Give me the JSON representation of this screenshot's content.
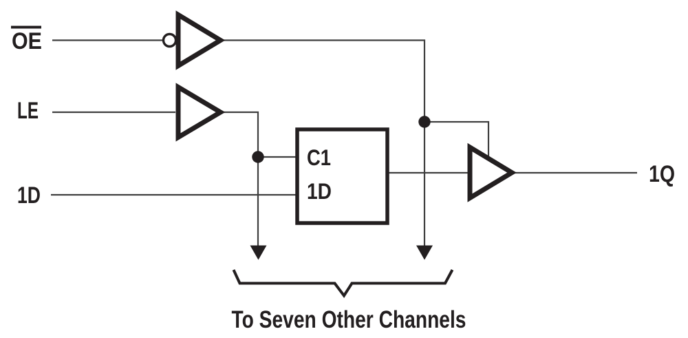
{
  "diagram": {
    "type": "logic-schematic-latch-channel",
    "caption": "To Seven Other Channels",
    "inputs": [
      {
        "id": "oe",
        "label": "OE",
        "overline": true,
        "buffer": "inverting"
      },
      {
        "id": "le",
        "label": "LE",
        "overline": false,
        "buffer": "non-inverting"
      },
      {
        "id": "d1",
        "label": "1D",
        "overline": false,
        "buffer": "none"
      }
    ],
    "outputs": [
      {
        "id": "q1",
        "label": "1Q",
        "buffer": "three-state"
      }
    ],
    "latch": {
      "clock_label": "C1",
      "data_label": "1D"
    },
    "colors": {
      "ink": "#231f20",
      "wire": "#3f3f3f",
      "fill": "#ffffff"
    }
  }
}
